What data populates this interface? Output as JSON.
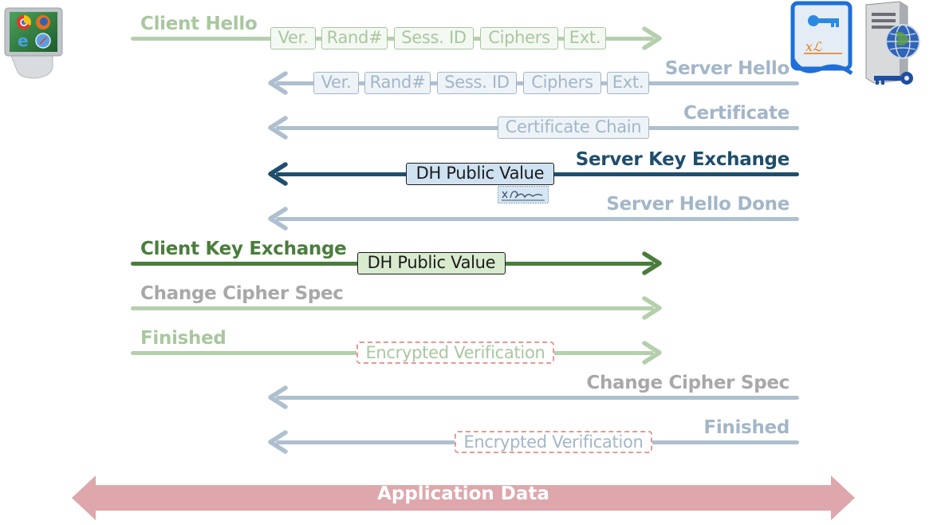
{
  "colors": {
    "client_faded": "#b5cfac",
    "client_faded_text": "#a9c79f",
    "server_faded": "#aebfcf",
    "server_faded_text": "#a3b6c8",
    "server_active": "#1f4e6d",
    "client_active": "#4a7d3c",
    "gray_faded": "#a8a8a8",
    "appdata": "#dda7ac",
    "encrypted_border": "#e89898"
  },
  "messages": [
    {
      "id": "client-hello",
      "label": "Client Hello",
      "direction": "right",
      "style": "client_faded",
      "fields": [
        "Ver.",
        "Rand#",
        "Sess. ID",
        "Ciphers",
        "Ext."
      ]
    },
    {
      "id": "server-hello",
      "label": "Server Hello",
      "direction": "left",
      "style": "server_faded",
      "fields": [
        "Ver.",
        "Rand#",
        "Sess. ID",
        "Ciphers",
        "Ext."
      ]
    },
    {
      "id": "certificate",
      "label": "Certificate",
      "direction": "left",
      "style": "server_faded",
      "fields": [
        "Certificate Chain"
      ]
    },
    {
      "id": "server-key-exchange",
      "label": "Server Key Exchange",
      "direction": "left",
      "style": "server_active",
      "fields": [
        "DH Public Value"
      ],
      "signed": true
    },
    {
      "id": "server-hello-done",
      "label": "Server Hello Done",
      "direction": "left",
      "style": "server_faded",
      "fields": []
    },
    {
      "id": "client-key-exchange",
      "label": "Client Key Exchange",
      "direction": "right",
      "style": "client_active",
      "fields": [
        "DH Public Value"
      ]
    },
    {
      "id": "client-change-cipher-spec",
      "label": "Change Cipher Spec",
      "direction": "right",
      "style": "client_gray",
      "fields": []
    },
    {
      "id": "client-finished",
      "label": "Finished",
      "direction": "right",
      "style": "client_faded",
      "fields": [
        "Encrypted Verification"
      ],
      "encrypted": true
    },
    {
      "id": "server-change-cipher-spec",
      "label": "Change Cipher Spec",
      "direction": "left",
      "style": "server_gray",
      "fields": []
    },
    {
      "id": "server-finished",
      "label": "Finished",
      "direction": "left",
      "style": "server_faded",
      "fields": [
        "Encrypted Verification"
      ],
      "encrypted": true
    }
  ],
  "application_data": {
    "label": "Application Data"
  },
  "icons": {
    "client": "computer-with-browsers-icon",
    "server": "server-with-certificate-icon"
  }
}
